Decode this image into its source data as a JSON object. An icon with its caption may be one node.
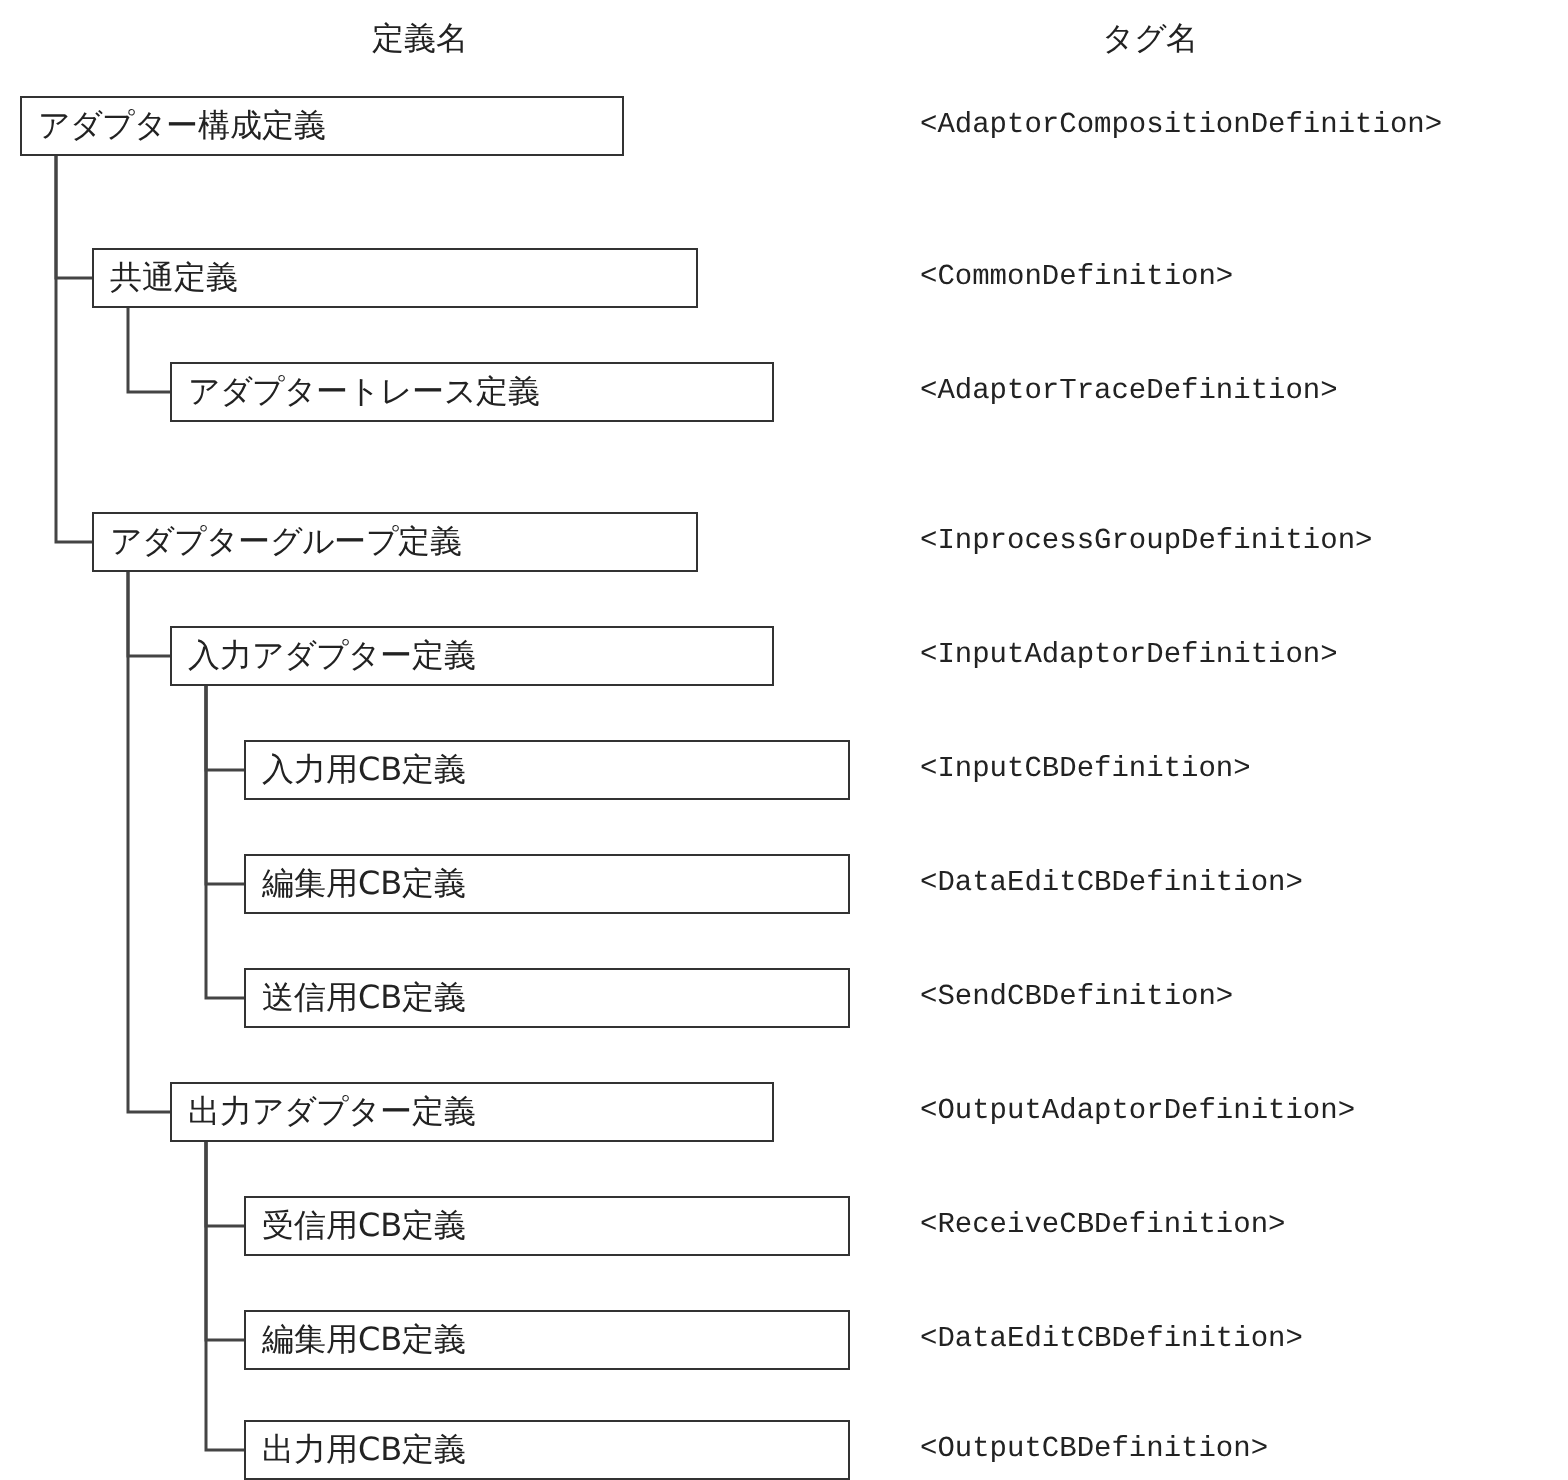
{
  "diagram": {
    "nodes": [
      {
        "text": [
          "アダプター構成定義"
        ]
      },
      {
        "text": [
          "共通定義"
        ]
      },
      {
        "text": [
          "アダプタートレース定義"
        ]
      },
      {
        "text": [
          "アダプターグループ定義"
        ]
      },
      {
        "text": [
          "入力アダプター定義"
        ]
      },
      {
        "text": [
          "入力用CB定義"
        ]
      },
      {
        "text": [
          "編集用CB定義"
        ]
      },
      {
        "text": [
          "送信用CB定義"
        ]
      },
      {
        "text": [
          "出力アダプター定義"
        ]
      },
      {
        "text": [
          "受信用CB定義"
        ]
      },
      {
        "text": [
          "編集用CB定義"
        ]
      },
      {
        "text": [
          "出力用CB定義"
        ]
      }
    ],
    "edges": [
      {
        "from": 0,
        "to": 1,
        "arrow": "none"
      },
      {
        "from": 1,
        "to": 2,
        "arrow": "none"
      },
      {
        "from": 0,
        "to": 3,
        "arrow": "none"
      },
      {
        "from": 3,
        "to": 4,
        "arrow": "none"
      },
      {
        "from": 4,
        "to": 5,
        "arrow": "none"
      },
      {
        "from": 4,
        "to": 6,
        "arrow": "none"
      },
      {
        "from": 4,
        "to": 7,
        "arrow": "none"
      },
      {
        "from": 3,
        "to": 8,
        "arrow": "none"
      },
      {
        "from": 8,
        "to": 9,
        "arrow": "none"
      },
      {
        "from": 8,
        "to": 10,
        "arrow": "none"
      },
      {
        "from": 8,
        "to": 11,
        "arrow": "none"
      }
    ],
    "labels": [
      "定義名",
      "タグ名",
      "<AdaptorCompositionDefinition>",
      "<CommonDefinition>",
      "<AdaptorTraceDefinition>",
      "<InprocessGroupDefinition>",
      "<InputAdaptorDefinition>",
      "<InputCBDefinition>",
      "<DataEditCBDefinition>",
      "<SendCBDefinition>",
      "<OutputAdaptorDefinition>",
      "<ReceiveCBDefinition>",
      "<DataEditCBDefinition>",
      "<OutputCBDefinition>"
    ]
  }
}
